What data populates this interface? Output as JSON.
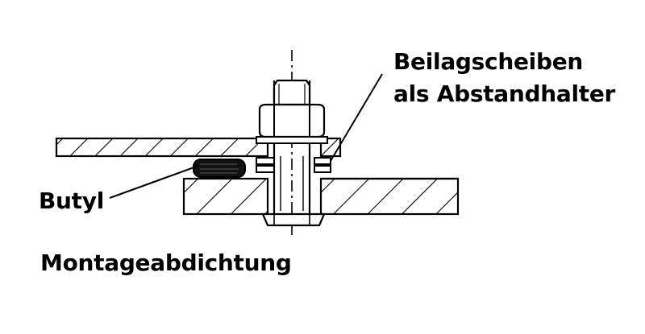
{
  "labels": {
    "spacer_line1": "Beilagscheiben",
    "spacer_line2": "als Abstandhalter",
    "butyl": "Butyl",
    "caption": "Montageabdichtung"
  },
  "colors": {
    "ink": "#000000",
    "background": "#ffffff"
  }
}
